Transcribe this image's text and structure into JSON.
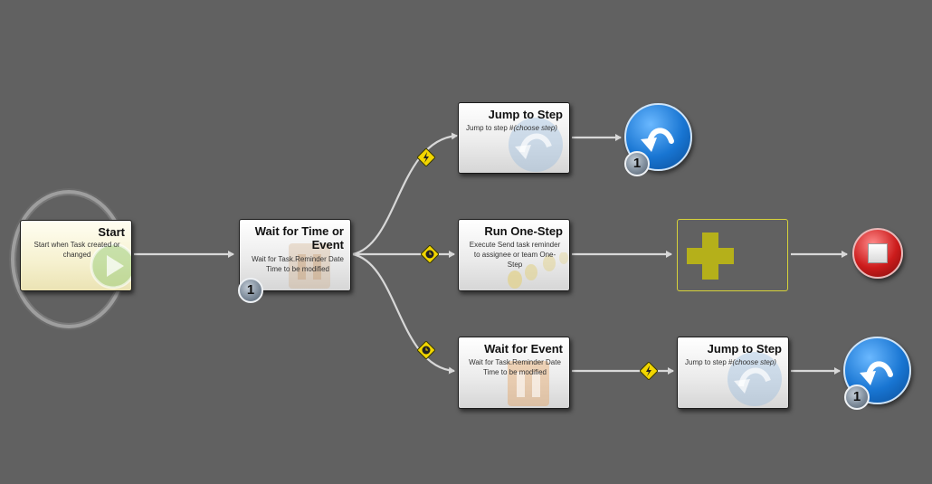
{
  "colors": {
    "canvas": "#616161",
    "connector": "#d8d8d8",
    "diamond": "#f2d600",
    "add_box": "#b5b01a",
    "jump_blue": "#1875d2",
    "stop_red": "#cc1c1c"
  },
  "nodes": {
    "start": {
      "title": "Start",
      "description": "Start when Task created or changed",
      "icon": "play-icon"
    },
    "wait_time_event": {
      "title": "Wait for Time or Event",
      "description": "Wait for Task.Reminder Date Time to be modified",
      "badge": "1",
      "icon": "pause-icon"
    },
    "jump_top": {
      "title": "Jump to Step",
      "description_prefix": "Jump to step #",
      "description_choose": "(choose step)",
      "icon": "jump-back-icon"
    },
    "run_one_step": {
      "title": "Run One-Step",
      "description": "Execute Send task reminder to assignee or team One-Step",
      "icon": "footsteps-icon"
    },
    "wait_event": {
      "title": "Wait for Event",
      "description": "Wait for Task.Reminder Date Time to be modified",
      "icon": "pause-icon"
    },
    "jump_bottom": {
      "title": "Jump to Step",
      "description_prefix": "Jump to step #",
      "description_choose": "(choose step)",
      "icon": "jump-back-icon"
    }
  },
  "terminals": {
    "jump_top_circle": {
      "badge": "1",
      "icon": "jump-back-icon"
    },
    "jump_bottom_circle": {
      "badge": "1",
      "icon": "jump-back-icon"
    },
    "stop": {
      "icon": "stop-icon"
    },
    "add_step": {
      "icon": "plus-icon"
    }
  },
  "connector_markers": {
    "top_branch": "lightning-icon",
    "middle_branch": "clock-icon",
    "bottom_branch": "clock-icon",
    "bottom_jump": "lightning-icon"
  }
}
